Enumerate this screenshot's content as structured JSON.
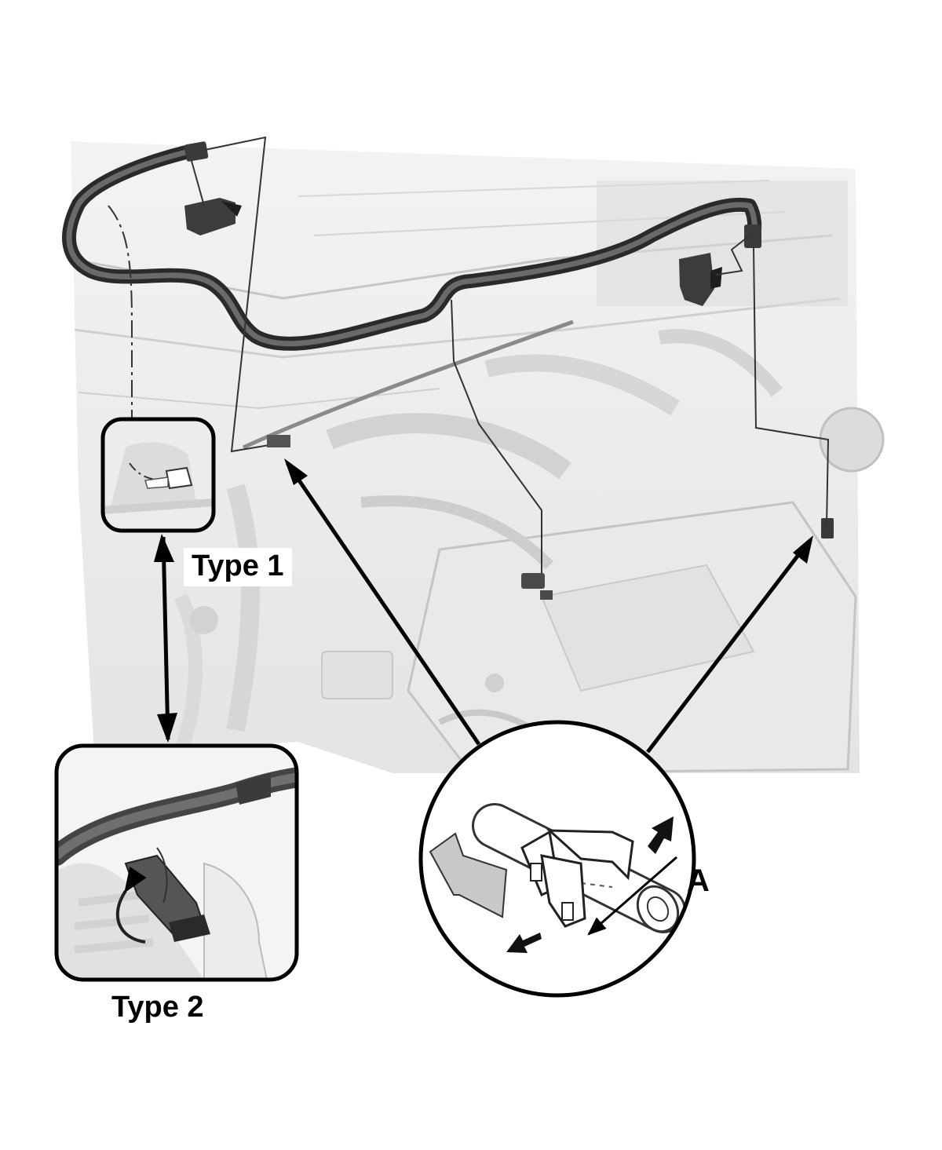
{
  "labels": {
    "type1": "Type 1",
    "type2": "Type 2",
    "callout_a": "A"
  }
}
